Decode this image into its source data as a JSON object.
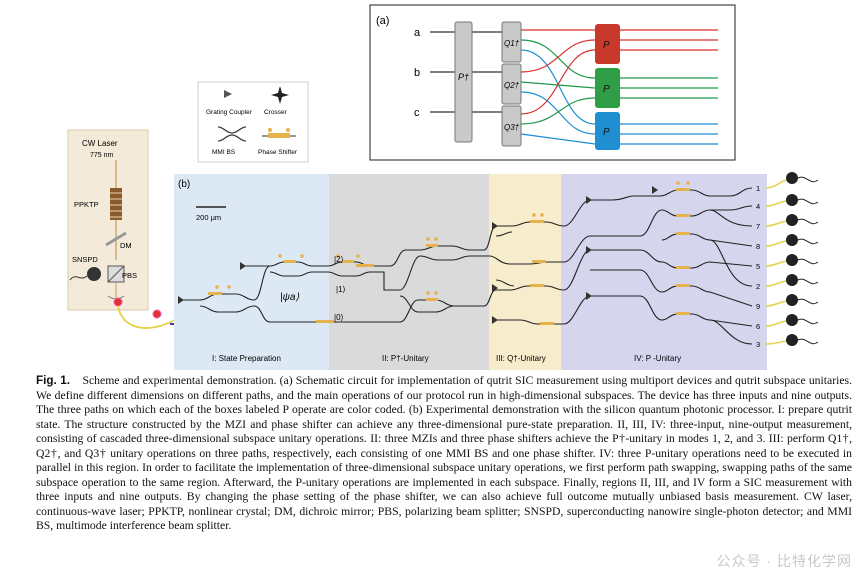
{
  "panel_a": {
    "label": "(a)",
    "inputs": [
      "a",
      "b",
      "c"
    ],
    "p_dagger": "P†",
    "q_blocks": [
      "Q1†",
      "Q2†",
      "Q3†"
    ],
    "p_blocks": [
      "P",
      "P",
      "P"
    ],
    "colors": {
      "red": "#d7312a",
      "green": "#1f9a4a",
      "blue": "#1c8fd0",
      "p1": "#c8392b",
      "p2": "#2f9e46",
      "p3": "#1f8fd1"
    }
  },
  "legend": {
    "items": [
      "Grating Coupler",
      "Crosser",
      "MMI BS",
      "Phase Shifter"
    ]
  },
  "setup": {
    "laser_title": "CW Laser",
    "laser_wavelength": "775 nm",
    "ppktp": "PPKTP",
    "dm": "DM",
    "snspd": "SNSPD",
    "pbs": "PBS"
  },
  "panel_b": {
    "label": "(b)",
    "scale_bar": "200 μm",
    "state_label": "|ψa⟩",
    "path_labels": [
      "|2⟩",
      "|1⟩",
      "|0⟩"
    ],
    "region_labels": [
      "I: State Preparation",
      "II: P†-Unitary",
      "III: Q†-Unitary",
      "IV: P -Unitary"
    ],
    "outputs": [
      "1",
      "4",
      "7",
      "8",
      "5",
      "2",
      "9",
      "6",
      "3"
    ],
    "region_colors": {
      "I": "#dce9f5",
      "II": "#dadada",
      "III": "#f7eccb",
      "IV": "#d6d5ee"
    }
  },
  "caption": {
    "fig_label": "Fig. 1.",
    "text": "Scheme and experimental demonstration. (a) Schematic circuit for implementation of qutrit SIC measurement using multiport devices and qutrit subspace unitaries. We define different dimensions on different paths, and the main operations of our protocol run in high-dimensional subspaces. The device has three inputs and nine outputs. The three paths on which each of the boxes labeled P operate are color coded. (b) Experimental demonstration with the silicon quantum photonic processor. I: prepare qutrit state. The structure constructed by the MZI and phase shifter can achieve any three-dimensional pure-state preparation. II, III, IV: three-input, nine-output measurement, consisting of cascaded three-dimensional subspace unitary operations. II: three MZIs and three phase shifters achieve the P†-unitary in modes 1, 2, and 3. III: perform Q1†, Q2†, and Q3† unitary operations on three paths, respectively, each consisting of one MMI BS and one phase shifter. IV: three P-unitary operations need to be executed in parallel in this region. In order to facilitate the implementation of three-dimensional subspace unitary operations, we first perform path swapping, swapping paths of the same subspace operation to the same region. Afterward, the P-unitary operations are implemented in each subspace. Finally, regions II, III, and IV form a SIC measurement with three inputs and nine outputs. By changing the phase setting of the phase shifter, we can also achieve full outcome mutually unbiased basis measurement. CW laser, continuous-wave laser; PPKTP, nonlinear crystal; DM, dichroic mirror; PBS, polarizing beam splitter; SNSPD, superconducting nanowire single-photon detector; and MMI BS, multimode interference beam splitter."
  },
  "watermark": "公众号 · 比特化学网"
}
